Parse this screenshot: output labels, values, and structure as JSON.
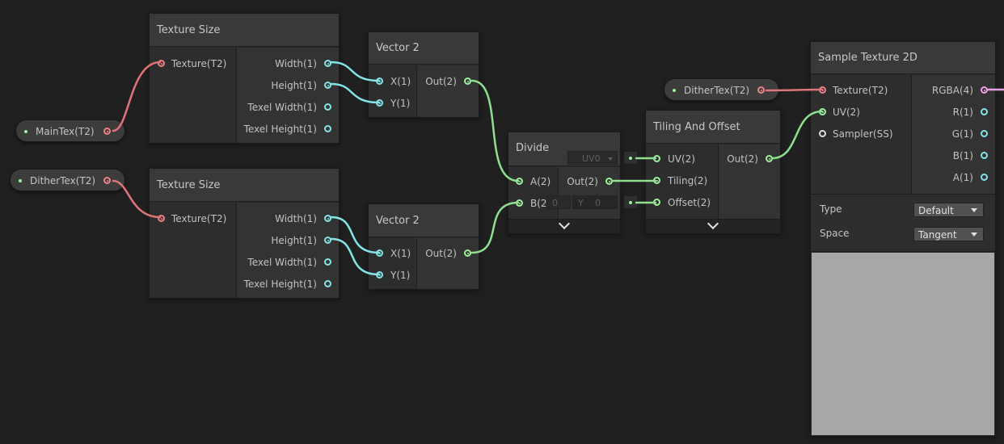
{
  "nodes": {
    "texture_size_1": {
      "title": "Texture Size",
      "input": "Texture(T2)",
      "outputs": [
        "Width(1)",
        "Height(1)",
        "Texel Width(1)",
        "Texel Height(1)"
      ]
    },
    "texture_size_2": {
      "title": "Texture Size",
      "input": "Texture(T2)",
      "outputs": [
        "Width(1)",
        "Height(1)",
        "Texel Width(1)",
        "Texel Height(1)"
      ]
    },
    "vector2_1": {
      "title": "Vector 2",
      "inputs": [
        "X(1)",
        "Y(1)"
      ],
      "output": "Out(2)"
    },
    "vector2_2": {
      "title": "Vector 2",
      "inputs": [
        "X(1)",
        "Y(1)"
      ],
      "output": "Out(2)"
    },
    "divide": {
      "title": "Divide",
      "inputs": [
        "A(2)",
        "B(2)"
      ],
      "output": "Out(2)"
    },
    "tiling_offset": {
      "title": "Tiling And Offset",
      "inputs": [
        "UV(2)",
        "Tiling(2)",
        "Offset(2)"
      ],
      "output": "Out(2)",
      "uv_field": "UV0",
      "offset_field_x": "0",
      "offset_field_y_label": "Y",
      "offset_field_y": "0"
    },
    "sample_texture": {
      "title": "Sample Texture 2D",
      "inputs": [
        "Texture(T2)",
        "UV(2)",
        "Sampler(SS)"
      ],
      "outputs": [
        "RGBA(4)",
        "R(1)",
        "G(1)",
        "B(1)",
        "A(1)"
      ],
      "type_label": "Type",
      "type_value": "Default",
      "space_label": "Space",
      "space_value": "Tangent"
    }
  },
  "properties": {
    "main_tex": "MainTex(T2)",
    "dither_tex_1": "DitherTex(T2)",
    "dither_tex_2": "DitherTex(T2)"
  },
  "colors": {
    "background": "#202020",
    "texture_port": "#ef8288",
    "float_port": "#84e4e7",
    "vector2_port": "#9ef09e",
    "vector4_port": "#f2a2ec"
  }
}
